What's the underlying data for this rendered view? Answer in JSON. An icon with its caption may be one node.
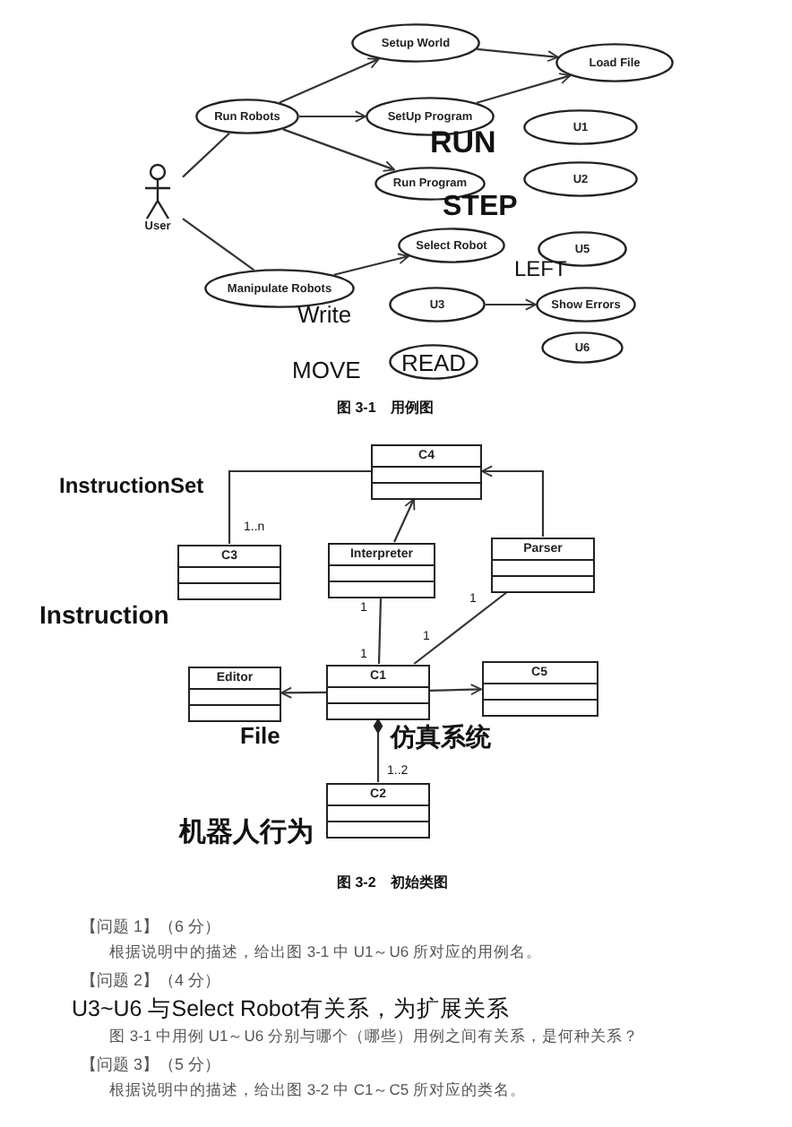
{
  "diagram": {
    "nodes": [
      {
        "text": [
          "User"
        ]
      },
      {
        "text": [
          "Run Robots"
        ]
      },
      {
        "text": [
          "Setup World"
        ]
      },
      {
        "text": [
          "SetUp Program"
        ]
      },
      {
        "text": [
          "Run Program"
        ]
      },
      {
        "text": [
          "Load File"
        ]
      },
      {
        "text": [
          "U1"
        ]
      },
      {
        "text": [
          "U2"
        ]
      },
      {
        "text": [
          "Select Robot"
        ]
      },
      {
        "text": [
          "U5"
        ]
      },
      {
        "text": [
          "Manipulate Robots"
        ]
      },
      {
        "text": [
          "U3"
        ]
      },
      {
        "text": [
          "Show Errors"
        ]
      },
      {
        "text": [
          "U6"
        ]
      },
      {
        "text": [
          "READ"
        ]
      },
      {
        "text": [
          "C4"
        ]
      },
      {
        "text": [
          "C3"
        ]
      },
      {
        "text": [
          "Interpreter"
        ]
      },
      {
        "text": [
          "Parser"
        ]
      },
      {
        "text": [
          "Editor"
        ]
      },
      {
        "text": [
          "C1"
        ]
      },
      {
        "text": [
          "C5"
        ]
      },
      {
        "text": [
          "C2"
        ]
      }
    ],
    "edges": [
      {
        "from": 0,
        "to": 1,
        "arrow": "none"
      },
      {
        "from": 0,
        "to": 10,
        "arrow": "none"
      },
      {
        "from": 1,
        "to": 2,
        "arrow": "to"
      },
      {
        "from": 1,
        "to": 3,
        "arrow": "to"
      },
      {
        "from": 1,
        "to": 4,
        "arrow": "to"
      },
      {
        "from": 2,
        "to": 5,
        "arrow": "to"
      },
      {
        "from": 3,
        "to": 5,
        "arrow": "to"
      },
      {
        "from": 10,
        "to": 8,
        "arrow": "to"
      },
      {
        "from": 11,
        "to": 12,
        "arrow": "to"
      },
      {
        "from": 16,
        "to": 15,
        "arrow": "none"
      },
      {
        "from": 17,
        "to": 15,
        "arrow": "to"
      },
      {
        "from": 18,
        "to": 15,
        "arrow": "to"
      },
      {
        "from": 17,
        "to": 20,
        "arrow": "none"
      },
      {
        "from": 18,
        "to": 20,
        "arrow": "none"
      },
      {
        "from": 20,
        "to": 19,
        "arrow": "to"
      },
      {
        "from": 20,
        "to": 21,
        "arrow": "to"
      },
      {
        "from": 20,
        "to": 22,
        "arrow": "other"
      }
    ],
    "labels": [
      "RUN",
      "STEP",
      "LEFT",
      "Write",
      "MOVE",
      "图 3-1　用例图",
      "InstructionSet",
      "1..n",
      "Instruction",
      "1",
      "1",
      "1",
      "1",
      "File",
      "仿真系统",
      "1..2",
      "机器人行为",
      "图 3-2　初始类图",
      "【问题 1】（6 分）",
      "根据说明中的描述，给出图 3-1 中 U1～U6 所对应的用例名。",
      "【问题 2】（4 分）",
      "U3~U6 与Select Robot有关系，为扩展关系",
      "图 3-1 中用例 U1～U6 分别与哪个（哪些）用例之间有关系，是何种关系？",
      "【问题 3】（5 分）",
      "根据说明中的描述，给出图 3-2 中 C1～C5 所对应的类名。"
    ]
  }
}
